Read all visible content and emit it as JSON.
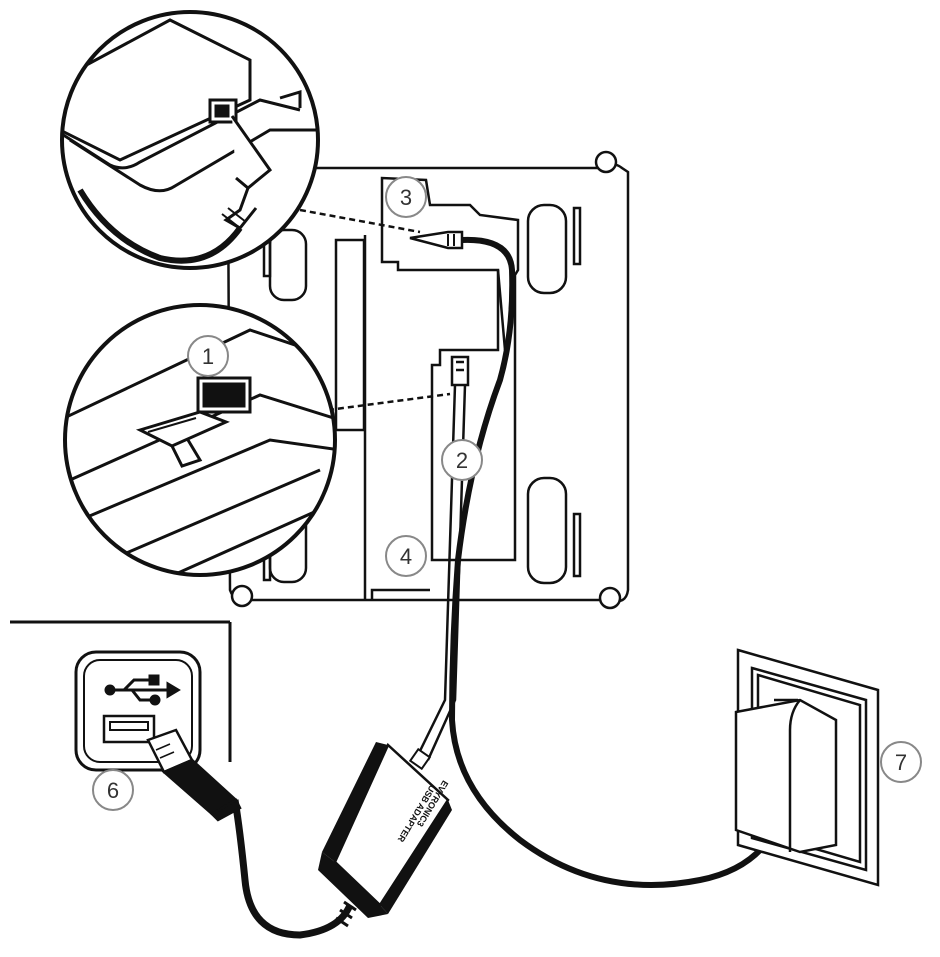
{
  "callouts": [
    {
      "id": "1",
      "label": "1"
    },
    {
      "id": "2",
      "label": "2"
    },
    {
      "id": "3",
      "label": "3"
    },
    {
      "id": "4",
      "label": "4"
    },
    {
      "id": "6",
      "label": "6"
    },
    {
      "id": "7",
      "label": "7"
    }
  ],
  "adapter": {
    "brand": "EVYRONIC3",
    "label": "USB ADAPTER"
  },
  "colors": {
    "line": "#111111",
    "callout_stroke": "#888888",
    "callout_text": "#333333"
  }
}
